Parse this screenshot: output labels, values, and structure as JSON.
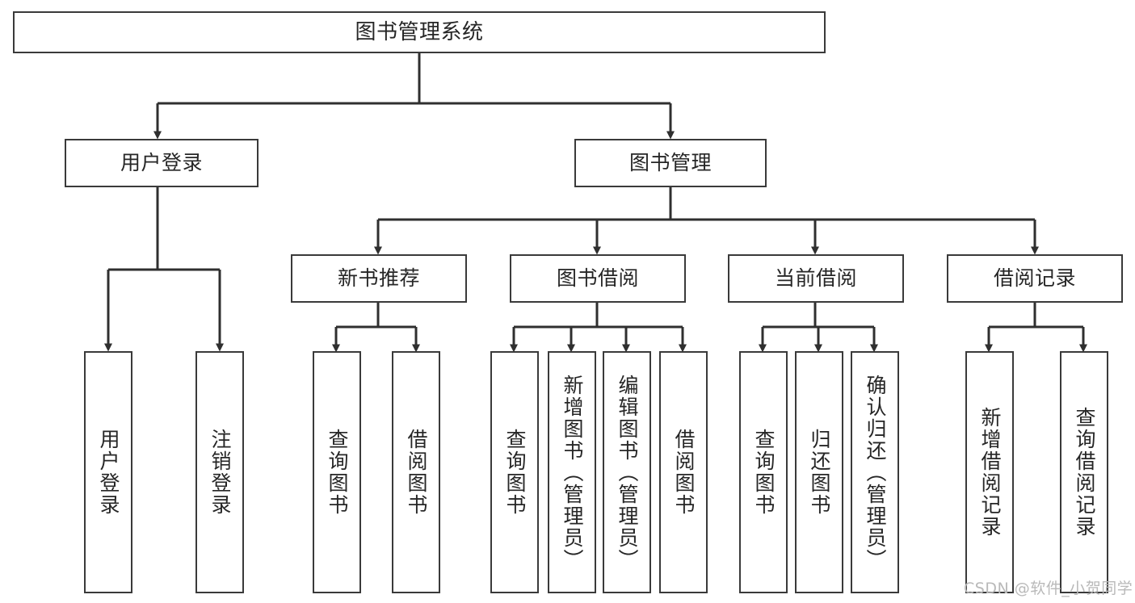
{
  "diagram": {
    "type": "tree",
    "title": "图书管理系统",
    "orientation": "top-down",
    "colors": {
      "box_border": "#3a3a3a",
      "box_fill": "#ffffff",
      "edge": "#2f2f2f",
      "text": "#262626",
      "background": "#ffffff",
      "watermark": "#b9b9b9"
    },
    "nodes": {
      "root": {
        "label": "图书管理系统"
      },
      "level2": [
        {
          "id": "user-login",
          "label": "用户登录"
        },
        {
          "id": "book-manage",
          "label": "图书管理"
        }
      ],
      "level3": [
        {
          "id": "new-book-recommend",
          "label": "新书推荐"
        },
        {
          "id": "book-borrow",
          "label": "图书借阅"
        },
        {
          "id": "current-borrow",
          "label": "当前借阅"
        },
        {
          "id": "borrow-record",
          "label": "借阅记录"
        }
      ],
      "leaves": {
        "user-login": [
          {
            "id": "leaf-user-login",
            "label": "用户登录"
          },
          {
            "id": "leaf-logout",
            "label": "注销登录"
          }
        ],
        "new-book-recommend": [
          {
            "id": "leaf-query-book-1",
            "label": "查询图书"
          },
          {
            "id": "leaf-borrow-book-1",
            "label": "借阅图书"
          }
        ],
        "book-borrow": [
          {
            "id": "leaf-query-book-2",
            "label": "查询图书"
          },
          {
            "id": "leaf-add-book",
            "label": "新增图书（管理员）"
          },
          {
            "id": "leaf-edit-book",
            "label": "编辑图书（管理员）"
          },
          {
            "id": "leaf-borrow-book-2",
            "label": "借阅图书"
          }
        ],
        "current-borrow": [
          {
            "id": "leaf-query-book-3",
            "label": "查询图书"
          },
          {
            "id": "leaf-return-book",
            "label": "归还图书"
          },
          {
            "id": "leaf-confirm-return",
            "label": "确认归还（管理员）"
          }
        ],
        "borrow-record": [
          {
            "id": "leaf-add-record",
            "label": "新增借阅记录"
          },
          {
            "id": "leaf-query-record",
            "label": "查询借阅记录"
          }
        ]
      }
    },
    "watermark": "CSDN @软件_小贺同学"
  }
}
